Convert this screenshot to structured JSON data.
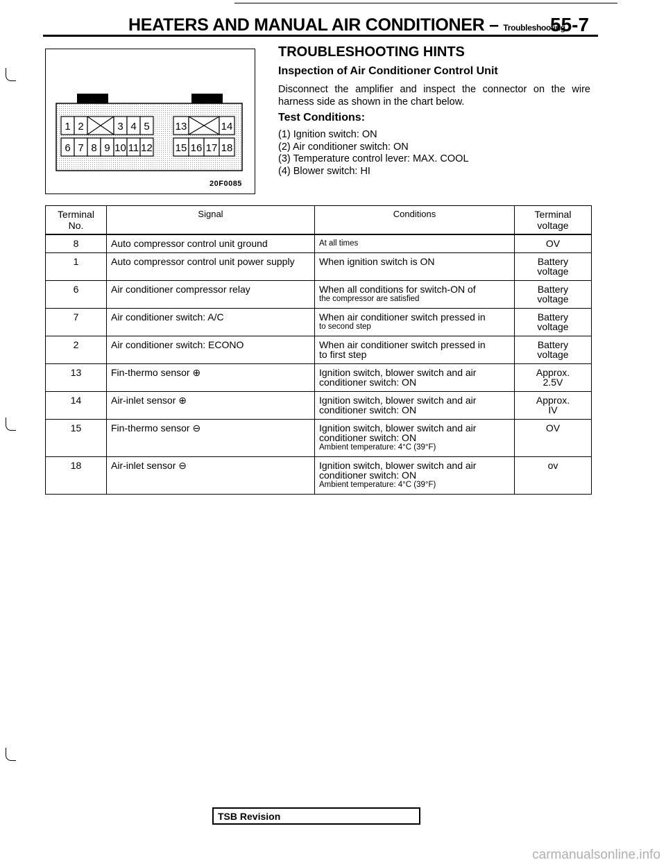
{
  "header": {
    "title": "HEATERS AND MANUAL AIR CONDITIONER",
    "separator": "–",
    "subtitle": "Troubleshooting",
    "page": "55-7"
  },
  "figure": {
    "code": "20F0085",
    "pins_row1": [
      "1",
      "2",
      "3",
      "4",
      "5",
      "13",
      "14"
    ],
    "pins_row2": [
      "6",
      "7",
      "8",
      "9",
      "10",
      "11",
      "12",
      "15",
      "16",
      "17",
      "18"
    ]
  },
  "hints": {
    "title": "TROUBLESHOOTING HINTS",
    "subtitle": "Inspection of Air Conditioner Control Unit",
    "body": "Disconnect the amplifier and inspect the connector on the wire harness side as shown in the chart below.",
    "test_title": "Test Conditions:",
    "conditions": [
      "(1) Ignition switch: ON",
      "(2) Air conditioner switch: ON",
      "(3) Temperature control lever: MAX. COOL",
      "(4) Blower switch: HI"
    ]
  },
  "table": {
    "headers": {
      "terminal_no_a": "Terminal",
      "terminal_no_b": "No.",
      "signal": "Signal",
      "conditions": "Conditions",
      "voltage_a": "Terminal",
      "voltage_b": "voltage"
    },
    "rows": [
      {
        "no": "8",
        "signal": "Auto compressor control unit ground",
        "cond": "At all times",
        "cond2": "",
        "cond3": "",
        "volt": "OV",
        "volt2": ""
      },
      {
        "no": "1",
        "signal": "Auto compressor control unit power supply",
        "cond": "When ignition switch is ON",
        "cond2": "",
        "cond3": "",
        "volt": "Battery",
        "volt2": "voltage"
      },
      {
        "no": "6",
        "signal": "Air conditioner compressor relay",
        "cond": "When all conditions for switch-ON of",
        "cond2": "the compressor are satisfied",
        "cond3": "",
        "volt": "Battery",
        "volt2": "voltage"
      },
      {
        "no": "7",
        "signal": "Air conditioner switch: A/C",
        "cond": "When air conditioner switch pressed in",
        "cond2": "to second step",
        "cond3": "",
        "volt": "Battery",
        "volt2": "voltage"
      },
      {
        "no": "2",
        "signal": "Air conditioner switch: ECONO",
        "cond": "When air conditioner switch pressed in",
        "cond2": "to first step",
        "cond3": "",
        "volt": "Battery",
        "volt2": "voltage"
      },
      {
        "no": "13",
        "signal": "Fin-thermo sensor ⊕",
        "cond": "Ignition switch, blower switch and air",
        "cond2": "conditioner switch: ON",
        "cond3": "",
        "volt": "Approx.",
        "volt2": "2.5V"
      },
      {
        "no": "14",
        "signal": "Air-inlet sensor ⊕",
        "cond": "Ignition switch, blower switch and air",
        "cond2": "conditioner switch: ON",
        "cond3": "",
        "volt": "Approx.",
        "volt2": "IV"
      },
      {
        "no": "15",
        "signal": "Fin-thermo sensor ⊖",
        "cond": "Ignition switch, blower switch and air",
        "cond2": "conditioner switch: ON",
        "cond3": "Ambient temperature: 4°C (39°F)",
        "volt": "OV",
        "volt2": ""
      },
      {
        "no": "18",
        "signal": "Air-inlet sensor ⊖",
        "cond": "Ignition switch, blower switch and air",
        "cond2": "conditioner switch: ON",
        "cond3": "Ambient temperature: 4°C (39°F)",
        "volt": "ov",
        "volt2": ""
      }
    ]
  },
  "footer": {
    "tsb": "TSB Revision",
    "watermark": "carmanualsonline.info"
  }
}
